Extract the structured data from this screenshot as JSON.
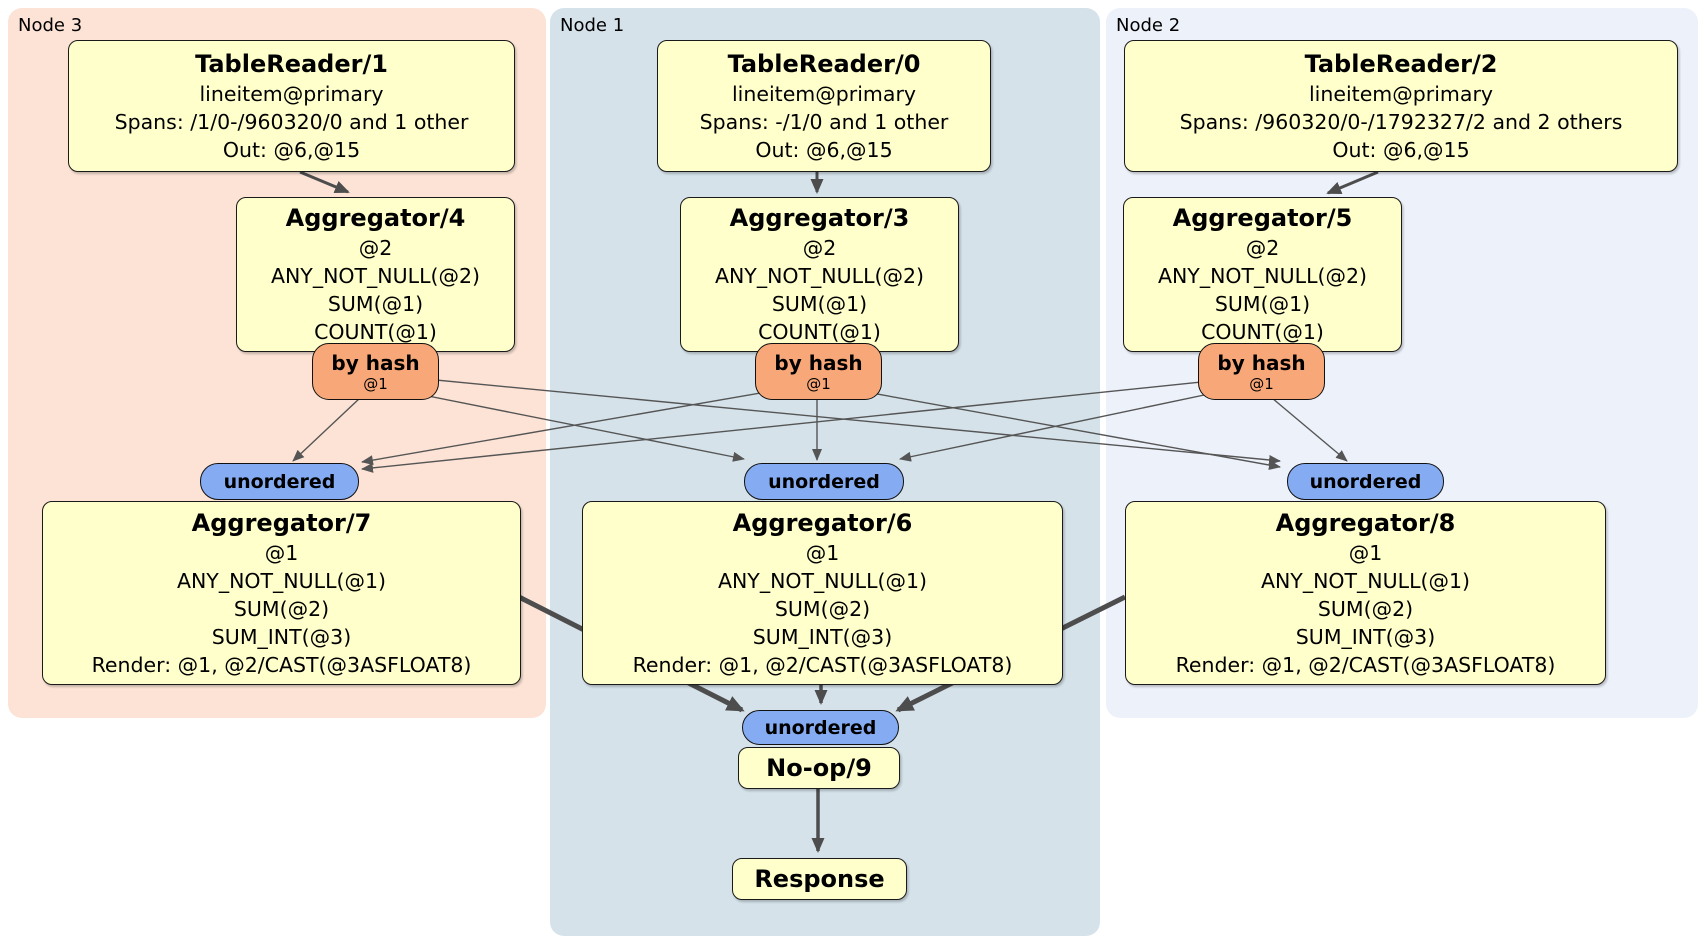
{
  "diagram_type": "distsql-physical-plan",
  "regions": [
    {
      "label": "Node 3"
    },
    {
      "label": "Node 1"
    },
    {
      "label": "Node 2"
    }
  ],
  "boxes": {
    "tr1": {
      "title": "TableReader/1",
      "lines": [
        "lineitem@primary",
        "Spans: /1/0-/960320/0 and 1 other",
        "Out: @6,@15"
      ]
    },
    "tr0": {
      "title": "TableReader/0",
      "lines": [
        "lineitem@primary",
        "Spans: -/1/0 and 1 other",
        "Out: @6,@15"
      ]
    },
    "tr2": {
      "title": "TableReader/2",
      "lines": [
        "lineitem@primary",
        "Spans: /960320/0-/1792327/2 and 2 others",
        "Out: @6,@15"
      ]
    },
    "agg4": {
      "title": "Aggregator/4",
      "lines": [
        "@2",
        "ANY_NOT_NULL(@2)",
        "SUM(@1)",
        "COUNT(@1)"
      ]
    },
    "agg3": {
      "title": "Aggregator/3",
      "lines": [
        "@2",
        "ANY_NOT_NULL(@2)",
        "SUM(@1)",
        "COUNT(@1)"
      ]
    },
    "agg5": {
      "title": "Aggregator/5",
      "lines": [
        "@2",
        "ANY_NOT_NULL(@2)",
        "SUM(@1)",
        "COUNT(@1)"
      ]
    },
    "agg7": {
      "title": "Aggregator/7",
      "lines": [
        "@1",
        "ANY_NOT_NULL(@1)",
        "SUM(@2)",
        "SUM_INT(@3)",
        "Render: @1, @2/CAST(@3ASFLOAT8)"
      ]
    },
    "agg6": {
      "title": "Aggregator/6",
      "lines": [
        "@1",
        "ANY_NOT_NULL(@1)",
        "SUM(@2)",
        "SUM_INT(@3)",
        "Render: @1, @2/CAST(@3ASFLOAT8)"
      ]
    },
    "agg8": {
      "title": "Aggregator/8",
      "lines": [
        "@1",
        "ANY_NOT_NULL(@1)",
        "SUM(@2)",
        "SUM_INT(@3)",
        "Render: @1, @2/CAST(@3ASFLOAT8)"
      ]
    },
    "noop": {
      "title": "No-op/9"
    },
    "response": {
      "title": "Response"
    }
  },
  "routers": [
    {
      "label": "by hash",
      "detail": "@1"
    },
    {
      "label": "by hash",
      "detail": "@1"
    },
    {
      "label": "by hash",
      "detail": "@1"
    }
  ],
  "syncs": [
    {
      "label": "unordered"
    },
    {
      "label": "unordered"
    },
    {
      "label": "unordered"
    },
    {
      "label": "unordered"
    }
  ],
  "colors": {
    "node3_bg": "#fce3d5",
    "node1_bg": "#d5e2ea",
    "node2_bg": "#edf1fa",
    "box_bg": "#ffffcc",
    "router_bg": "#f8a878",
    "sync_bg": "#85acf2",
    "edge_thin": "#555555",
    "edge_thick": "#4d4d4d"
  }
}
